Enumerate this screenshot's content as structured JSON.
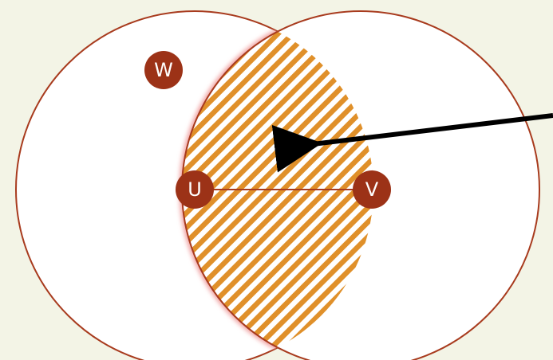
{
  "diagram": {
    "colors": {
      "background": "#f3f4e6",
      "circle_fill": "#ffffff",
      "circle_stroke": "#a83b1e",
      "node_fill": "#9c3217",
      "node_text": "#ffffff",
      "hatch_stripe": "#e0902a",
      "lens_glow": "#f0a0a0",
      "arrow": "#000000"
    },
    "nodes": [
      {
        "id": "w",
        "label": "W"
      },
      {
        "id": "u",
        "label": "U"
      },
      {
        "id": "v",
        "label": "V"
      }
    ],
    "edges": [
      {
        "from": "u",
        "to": "v"
      }
    ],
    "regions": [
      {
        "id": "left-disk",
        "centered_on": "u",
        "passes_through": "v"
      },
      {
        "id": "right-disk",
        "centered_on": "v",
        "passes_through": "u"
      },
      {
        "id": "intersection",
        "style": "hatched"
      }
    ],
    "annotations": [
      {
        "type": "arrow",
        "points_to": "intersection"
      }
    ]
  }
}
